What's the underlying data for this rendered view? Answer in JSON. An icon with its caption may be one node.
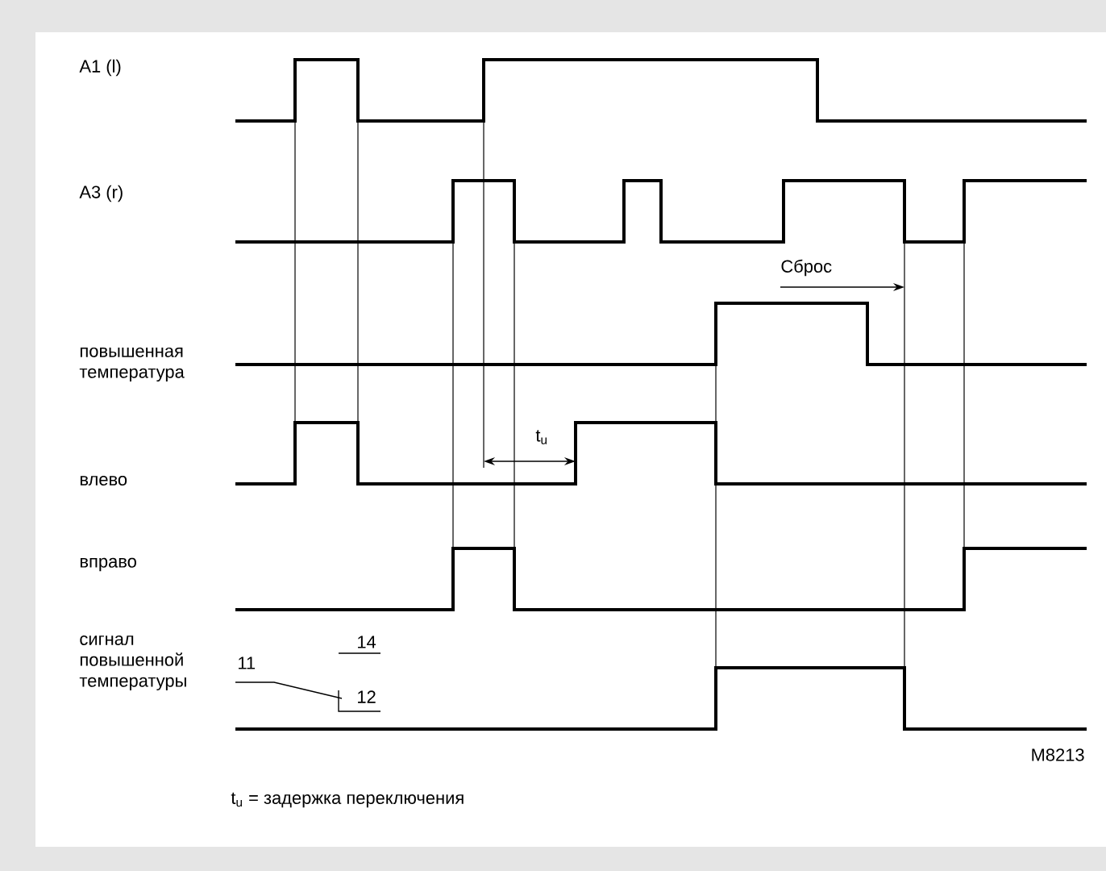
{
  "diagram": {
    "labels": [
      "A1 (l)",
      "A3 (r)",
      "Сброс",
      "повышенная температура",
      "t$_{u}$",
      "влево",
      "вправо",
      "сигнал повышенной температуры",
      "14",
      "11",
      "12",
      "M8213",
      "t$_{u}$ = задержка переключения"
    ]
  }
}
